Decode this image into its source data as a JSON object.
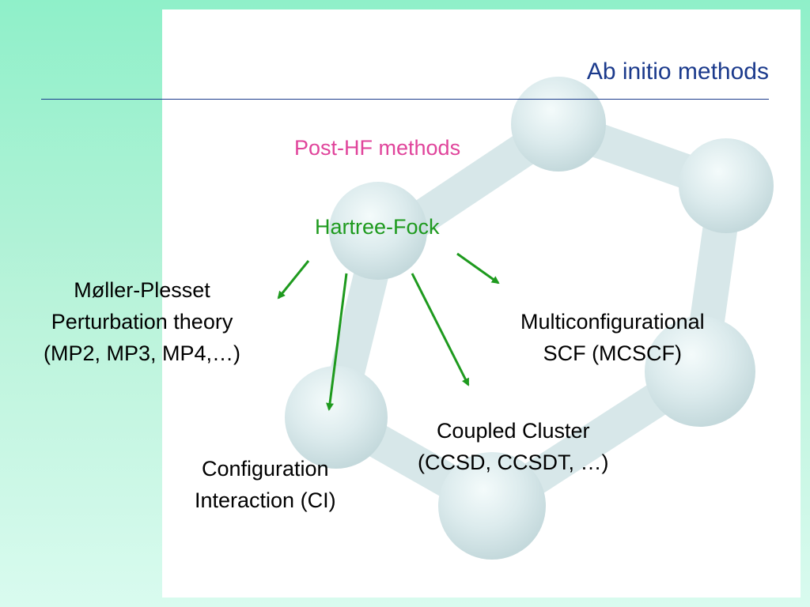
{
  "slide": {
    "title": "Ab initio methods"
  },
  "diagram": {
    "upper_label": "Post-HF methods",
    "root_label": "Hartree-Fock",
    "methods": [
      {
        "lines": [
          "Møller-Plesset",
          "Perturbation theory",
          "(MP2, MP3, MP4,…)"
        ]
      },
      {
        "lines": [
          "Configuration",
          "Interaction (CI)"
        ]
      },
      {
        "lines": [
          "Coupled Cluster",
          "(CCSD, CCSDT, …)"
        ]
      },
      {
        "lines": [
          "Multiconfigurational",
          "SCF (MCSCF)"
        ]
      }
    ]
  },
  "colors": {
    "title": "#1b3a8c",
    "upper_label": "#e0449b",
    "root_label": "#1e9a1e",
    "arrows": "#1e9a1e",
    "background": "#8ff0c9"
  }
}
